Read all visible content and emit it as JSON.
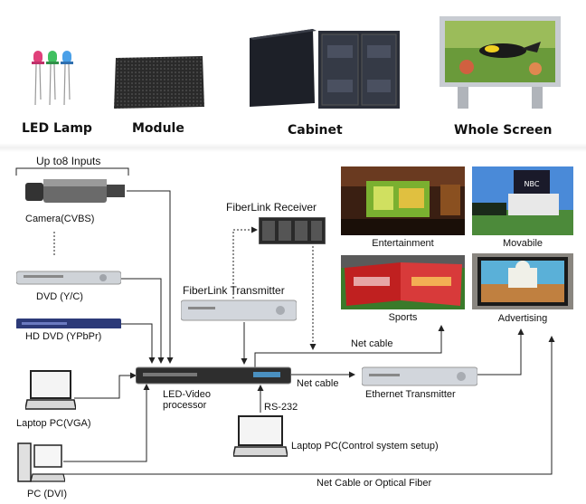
{
  "top_row": {
    "led_lamp": "LED Lamp",
    "module": "Module",
    "cabinet": "Cabinet",
    "whole_screen": "Whole Screen"
  },
  "inputs": {
    "bracket_label": "Up to8 Inputs",
    "camera": "Camera(CVBS)",
    "dvd": "DVD  (Y/C)",
    "hd_dvd": "HD DVD (YPbPr)",
    "laptop_vga": "Laptop PC(VGA)",
    "pc_dvi": "PC (DVI)"
  },
  "devices": {
    "fiber_receiver": "FiberLink Receiver",
    "fiber_transmitter": "FiberLink Transmitter",
    "led_processor_line1": "LED-Video",
    "led_processor_line2": "processor",
    "ethernet_transmitter": "Ethernet Transmitter",
    "laptop_control": "Laptop PC(Control system setup)"
  },
  "connections": {
    "net_cable_upper": "Net cable",
    "net_cable_lower": "Net cable",
    "rs232": "RS-232",
    "net_or_fiber": "Net Cable or Optical  Fiber"
  },
  "applications": {
    "entertainment": "Entertainment",
    "movabile": "Movabile",
    "sports": "Sports",
    "advertising": "Advertising"
  }
}
